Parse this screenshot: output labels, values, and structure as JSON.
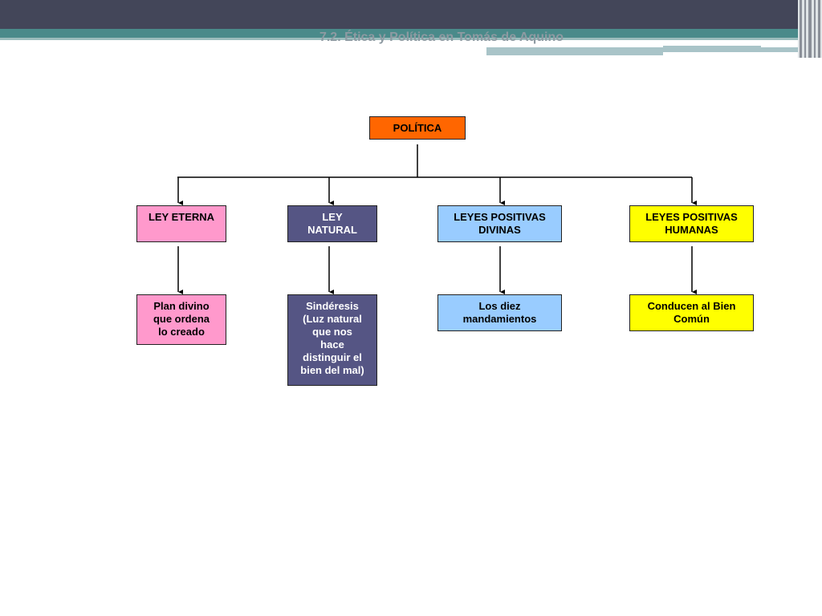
{
  "slide": {
    "title": "7.2. Ética y Política en Tomás de Aquino"
  },
  "diagram": {
    "root": {
      "label": "POLÍTICA",
      "color": "#ff6600"
    },
    "branches": [
      {
        "label": "LEY ETERNA",
        "color": "#ff99cc",
        "text_color": "#000000",
        "child": "Plan divino\nque ordena\nlo creado"
      },
      {
        "label": "LEY\nNATURAL",
        "color": "#555584",
        "text_color": "#ffffff",
        "child": "Sindéresis\n(Luz natural\nque nos\nhace\ndistinguir el\nbien del mal)"
      },
      {
        "label": "LEYES POSITIVAS\nDIVINAS",
        "color": "#99ccff",
        "text_color": "#000000",
        "child": "Los diez\nmandamientos"
      },
      {
        "label": "LEYES POSITIVAS\nHUMANAS",
        "color": "#ffff00",
        "text_color": "#000000",
        "child": "Conducen al Bien\nComún"
      }
    ]
  }
}
